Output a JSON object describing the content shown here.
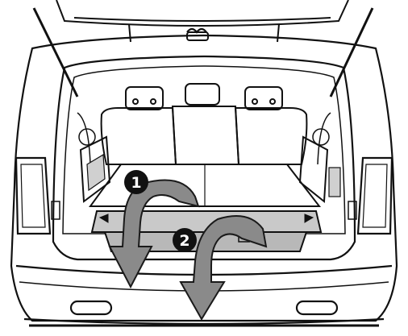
{
  "illustration": {
    "subject": "vehicle-cargo-area-rear-view",
    "callouts": [
      {
        "number": "1"
      },
      {
        "number": "2"
      }
    ]
  },
  "colors": {
    "line": "#111111",
    "panel_shade": "#c9c9c9",
    "arrow_fill": "#8a8a8a",
    "arrow_stroke": "#1a1a1a",
    "callout_fill": "#111111",
    "callout_text": "#ffffff"
  }
}
